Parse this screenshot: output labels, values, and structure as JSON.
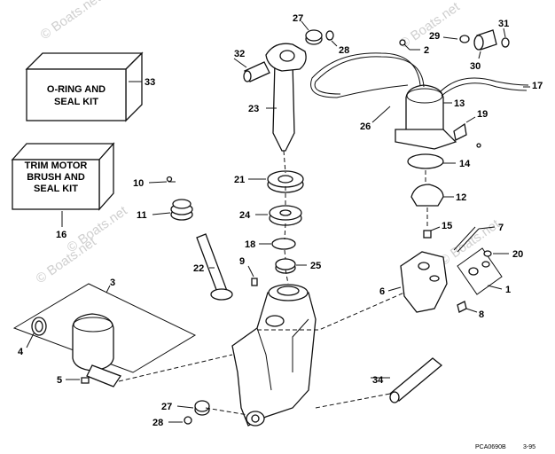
{
  "kits": {
    "oring": {
      "lines": [
        "O-RING AND",
        "SEAL KIT"
      ],
      "number": "33"
    },
    "brush": {
      "lines": [
        "TRIM MOTOR",
        "BRUSH AND",
        "SEAL KIT"
      ],
      "number": "16"
    }
  },
  "callouts": [
    {
      "id": "c1",
      "text": "1"
    },
    {
      "id": "c2",
      "text": "2"
    },
    {
      "id": "c3",
      "text": "3"
    },
    {
      "id": "c4",
      "text": "4"
    },
    {
      "id": "c5",
      "text": "5"
    },
    {
      "id": "c6",
      "text": "6"
    },
    {
      "id": "c7",
      "text": "7"
    },
    {
      "id": "c8",
      "text": "8"
    },
    {
      "id": "c9",
      "text": "9"
    },
    {
      "id": "c10",
      "text": "10"
    },
    {
      "id": "c11",
      "text": "11"
    },
    {
      "id": "c12",
      "text": "12"
    },
    {
      "id": "c13",
      "text": "13"
    },
    {
      "id": "c14",
      "text": "14"
    },
    {
      "id": "c15",
      "text": "15"
    },
    {
      "id": "c17",
      "text": "17"
    },
    {
      "id": "c18",
      "text": "18"
    },
    {
      "id": "c19",
      "text": "19"
    },
    {
      "id": "c20",
      "text": "20"
    },
    {
      "id": "c21",
      "text": "21"
    },
    {
      "id": "c22",
      "text": "22"
    },
    {
      "id": "c23",
      "text": "23"
    },
    {
      "id": "c24",
      "text": "24"
    },
    {
      "id": "c25",
      "text": "25"
    },
    {
      "id": "c26",
      "text": "26"
    },
    {
      "id": "c27a",
      "text": "27"
    },
    {
      "id": "c27b",
      "text": "27"
    },
    {
      "id": "c28a",
      "text": "28"
    },
    {
      "id": "c28b",
      "text": "28"
    },
    {
      "id": "c29",
      "text": "29"
    },
    {
      "id": "c30",
      "text": "30"
    },
    {
      "id": "c31",
      "text": "31"
    },
    {
      "id": "c32",
      "text": "32"
    },
    {
      "id": "c34",
      "text": "34"
    }
  ],
  "watermark": "© Boats.net",
  "footer": {
    "code": "PCA0690B",
    "date": "3-95"
  }
}
